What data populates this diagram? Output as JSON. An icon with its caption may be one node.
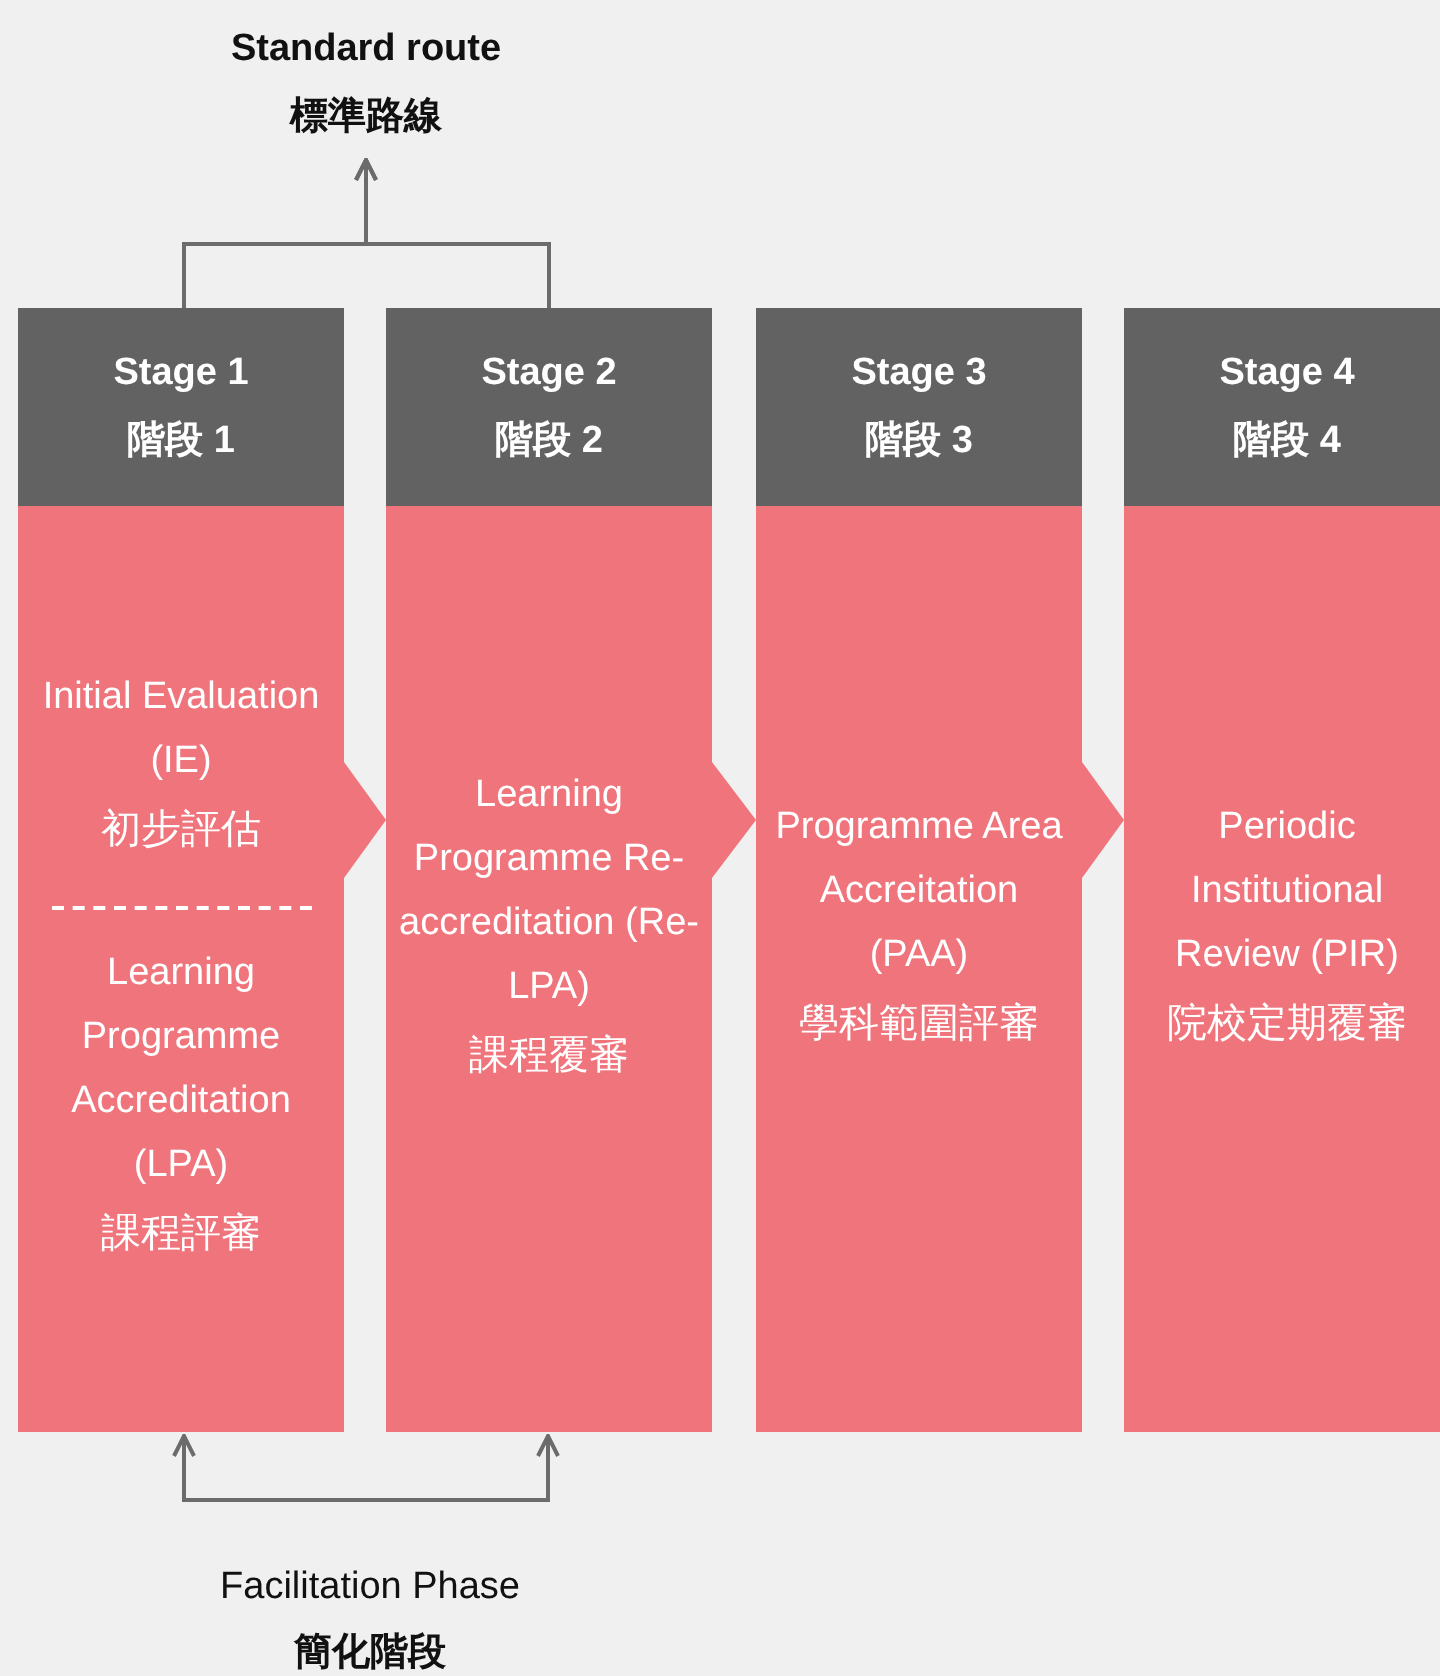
{
  "diagram": {
    "nodes": [
      {
        "text": [
          "Stage 1",
          "階段 1",
          "Initial Evaluation (IE)",
          "初步評估",
          "Learning Programme Accreditation (LPA)",
          "課程評審"
        ]
      },
      {
        "text": [
          "Stage 2",
          "階段 2",
          "Learning Programme Re-accreditation (Re-LPA)",
          "課程覆審"
        ]
      },
      {
        "text": [
          "Stage 3",
          "階段 3",
          "Programme Area Accreitation (PAA)",
          "學科範圍評審"
        ]
      },
      {
        "text": [
          "Stage 4",
          "階段 4",
          "Periodic Institutional Review (PIR)",
          "院校定期覆審"
        ]
      },
      {
        "text": [
          "Standard route",
          "標準路線"
        ]
      }
    ],
    "edges": [
      {
        "from": 0,
        "to": 4,
        "arrow": "to"
      },
      {
        "from": 1,
        "to": 4,
        "arrow": "to"
      },
      {
        "from": 0,
        "to": 1,
        "arrow": "both"
      },
      {
        "from": 0,
        "to": 1,
        "arrow": "to",
        "color": "#ef747c"
      },
      {
        "from": 1,
        "to": 2,
        "arrow": "to",
        "color": "#ef747c"
      },
      {
        "from": 2,
        "to": 3,
        "arrow": "to",
        "color": "#ef747c"
      }
    ],
    "labels": [
      "Facilitation Phase",
      "簡化階段"
    ]
  }
}
